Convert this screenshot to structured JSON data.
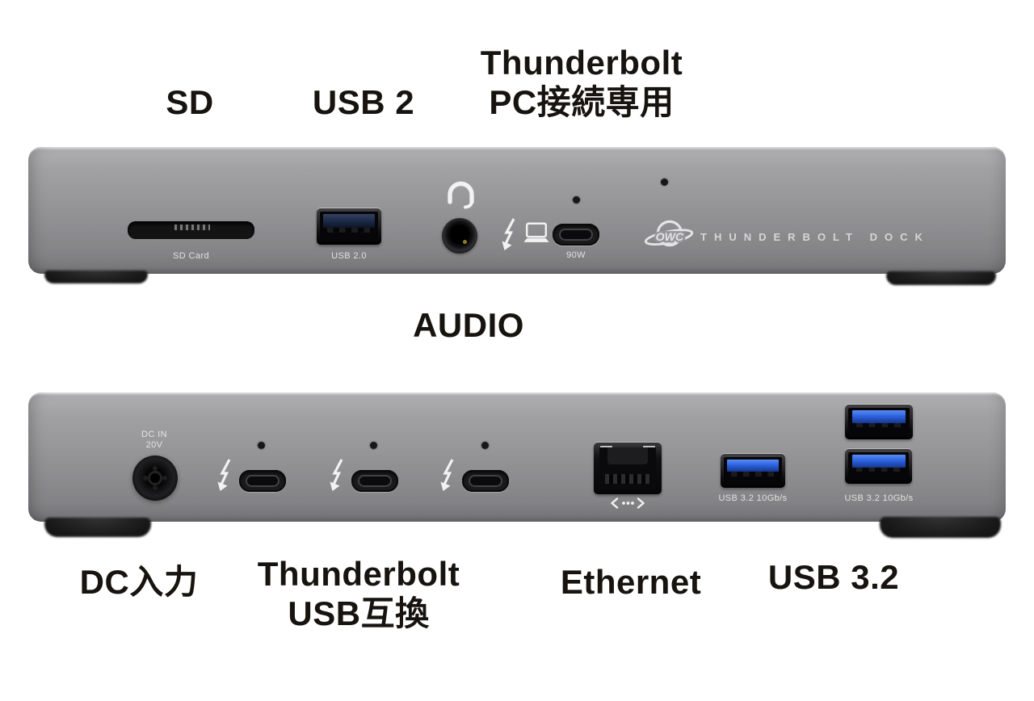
{
  "annotations": {
    "sd": "SD",
    "usb2": "USB 2",
    "thunderbolt_front_line1": "Thunderbolt",
    "thunderbolt_front_line2": "PC接続専用",
    "audio": "AUDIO",
    "dc_input": "DC入力",
    "thunderbolt_rear_line1": "Thunderbolt",
    "thunderbolt_rear_line2": "USB互換",
    "ethernet": "Ethernet",
    "usb32": "USB 3.2"
  },
  "front_panel": {
    "sd_card_label": "SD Card",
    "usb20_label": "USB 2.0",
    "power_label": "90W",
    "logo_text": "OWC",
    "brand_text": "THUNDERBOLT DOCK"
  },
  "rear_panel": {
    "dc_line1": "DC IN",
    "dc_line2": "20V",
    "usb32_label_left": "USB 3.2 10Gb/s",
    "usb32_label_right": "USB 3.2 10Gb/s"
  },
  "colors": {
    "body_gray": "#96969a",
    "usb3_blue": "#2d63e0",
    "usb2_navy": "#1b2744",
    "annotation_text": "#17130f",
    "panel_text": "#e9e9eb"
  }
}
